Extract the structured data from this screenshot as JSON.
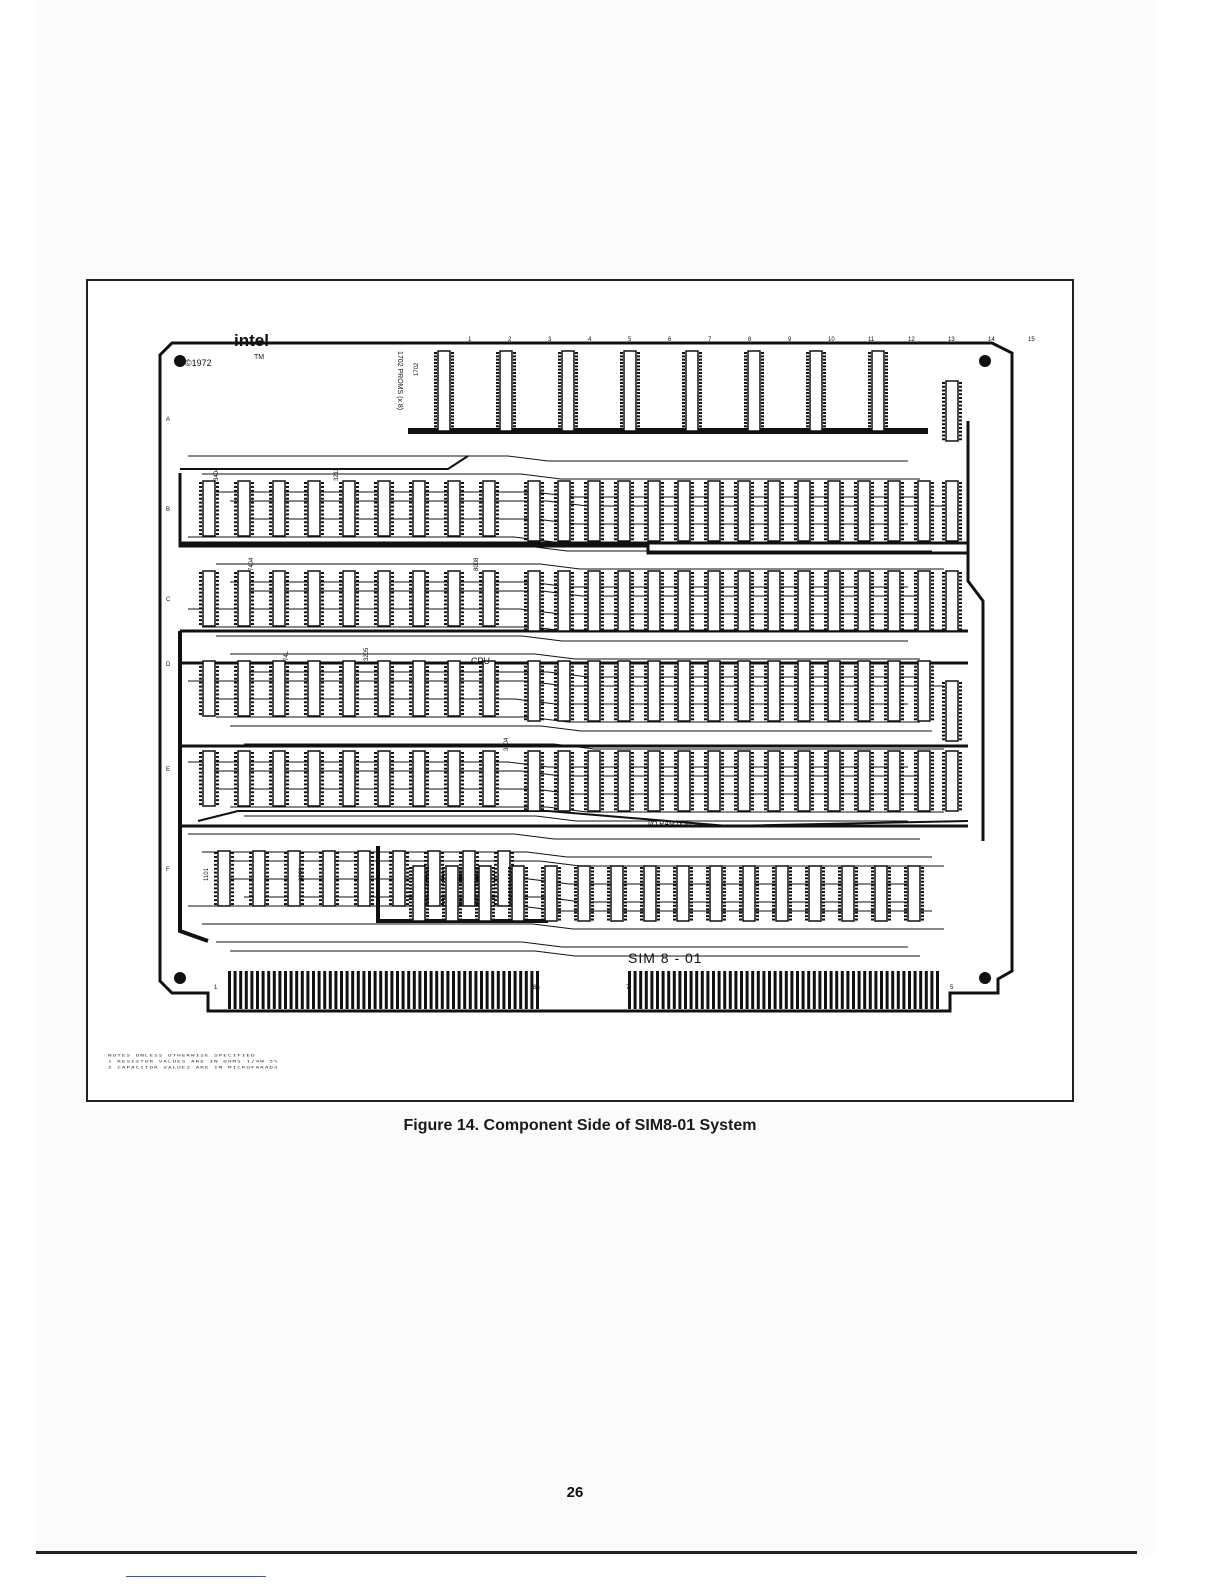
{
  "figure": {
    "caption": "Figure 14.  Component Side of SIM8-01 System",
    "board": {
      "brand_logo": "intel",
      "trademark": "TM",
      "copyright": "©1972",
      "board_label": "SIM 8 - 01",
      "cpu_label": "CPU",
      "prom_label": "1702 PROMS (x 8)",
      "ram_label": "I/O RAM (x 8)",
      "row_labels": [
        "A",
        "B",
        "C",
        "D",
        "E",
        "F"
      ],
      "chip_labels": [
        "3404",
        "7404",
        "74L",
        "3212",
        "8008",
        "3205",
        "3404",
        "8263",
        "1101",
        "1702"
      ],
      "column_numbers": [
        "1",
        "2",
        "3",
        "4",
        "5",
        "6",
        "7",
        "8",
        "9",
        "10",
        "11",
        "12",
        "13",
        "14",
        "15"
      ],
      "connector_pins": {
        "left_first": "1",
        "left_last": "86",
        "right_first": "7",
        "right_last": "5"
      }
    },
    "notes": [
      "NOTES   UNLESS OTHERWISE SPECIFIED",
      "1  RESISTOR VALUES ARE IN OHMS 1/4W 5%",
      "2  CAPACITOR VALUES ARE IN MICROFARADS"
    ]
  },
  "page_number": "26"
}
